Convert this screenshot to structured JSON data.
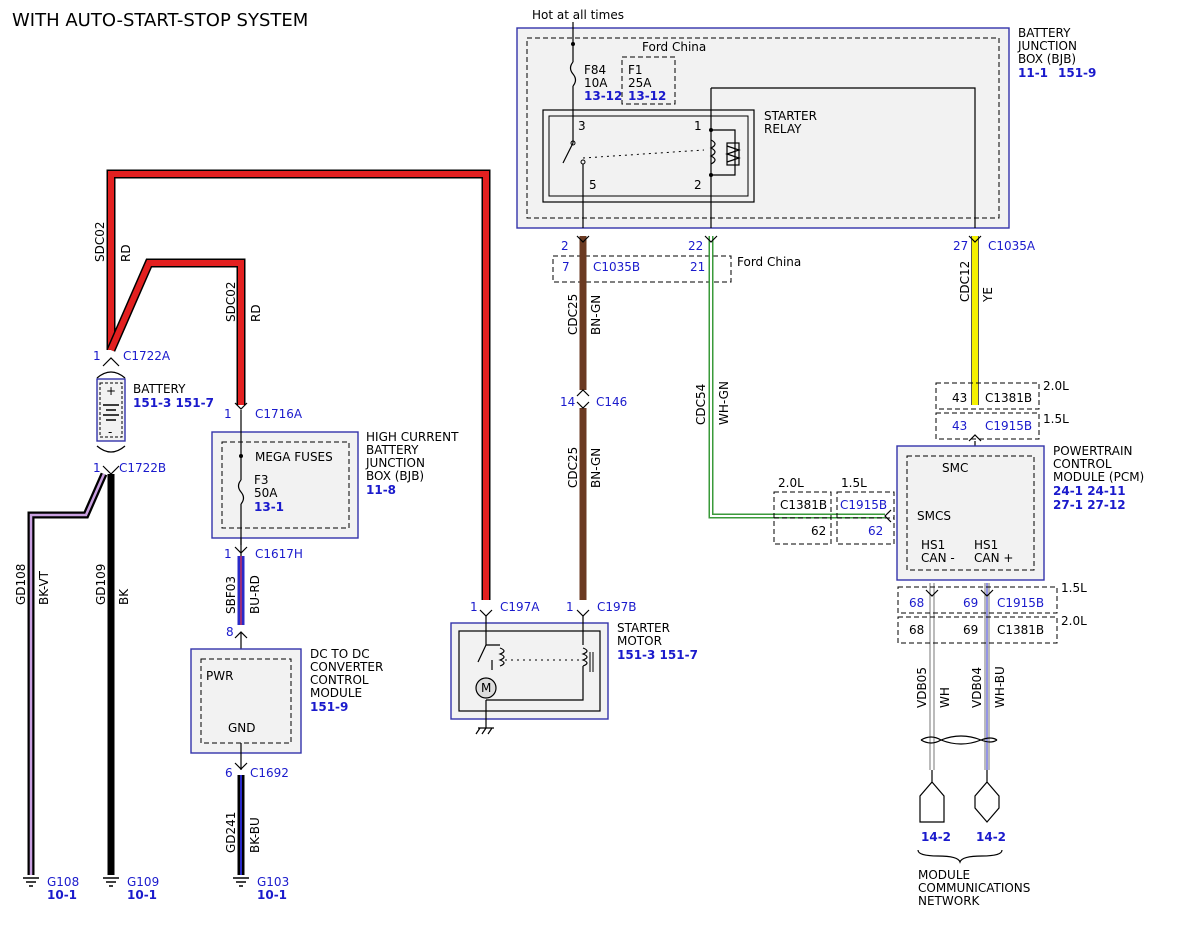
{
  "title": "WITH AUTO-START-STOP SYSTEM",
  "top": {
    "hot": "Hot at all times",
    "ford_china_top": "Ford China",
    "ford_china_mid": "Ford China"
  },
  "bjb": {
    "label_lines": [
      "BATTERY",
      "JUNCTION",
      "BOX (BJB)"
    ],
    "refs": [
      "11-1",
      "151-9"
    ],
    "fuse_f84": {
      "name": "F84",
      "rating": "10A",
      "ref": "13-12"
    },
    "fuse_f1": {
      "name": "F1",
      "rating": "25A",
      "ref": "13-12"
    },
    "relay_label": [
      "STARTER",
      "RELAY"
    ],
    "pins": {
      "p3": "3",
      "p1": "1",
      "p5": "5",
      "p2": "2"
    }
  },
  "connectors": {
    "c1035a_pin2": "2",
    "c1035a_pin22": "22",
    "c1035a_pin27": "27",
    "c1035a": "C1035A",
    "c1035b_pin7": "7",
    "c1035b": "C1035B",
    "c1035b_pin21": "21",
    "c1722a_pin": "1",
    "c1722a": "C1722A",
    "c1722b_pin": "1",
    "c1722b": "C1722B",
    "c1716a_pin": "1",
    "c1716a": "C1716A",
    "c1617h_pin": "1",
    "c1617h": "C1617H",
    "c1692_pin8": "8",
    "c1692_pin6": "6",
    "c1692": "C1692",
    "c146_pin": "14",
    "c146": "C146",
    "c197a_pin": "1",
    "c197a": "C197A",
    "c197b_pin": "1",
    "c197b": "C197B",
    "c1381b_top_pin": "43",
    "c1381b_top": "C1381B",
    "c1381b_top_var": "2.0L",
    "c1915b_top_pin": "43",
    "c1915b_top": "C1915B",
    "c1915b_top_var": "1.5L",
    "c1381b_mid": "C1381B",
    "c1381b_mid_pin": "62",
    "c1381b_mid_var": "2.0L",
    "c1915b_mid": "C1915B",
    "c1915b_mid_pin": "62",
    "c1915b_mid_var": "1.5L",
    "c1915b_bot_pin68": "68",
    "c1915b_bot_pin69": "69",
    "c1915b_bot": "C1915B",
    "c1915b_bot_var": "1.5L",
    "c1381b_bot_pin68": "68",
    "c1381b_bot_pin69": "69",
    "c1381b_bot": "C1381B",
    "c1381b_bot_var": "2.0L"
  },
  "wires": {
    "sdc02_left": {
      "circuit": "SDC02",
      "color": "RD"
    },
    "sdc02_mid": {
      "circuit": "SDC02",
      "color": "RD"
    },
    "cdc25_top": {
      "circuit": "CDC25",
      "color": "BN-GN"
    },
    "cdc25_bot": {
      "circuit": "CDC25",
      "color": "BN-GN"
    },
    "cdc54": {
      "circuit": "CDC54",
      "color": "WH-GN"
    },
    "cdc12": {
      "circuit": "CDC12",
      "color": "YE"
    },
    "gd108": {
      "circuit": "GD108",
      "color": "BK-VT"
    },
    "gd109": {
      "circuit": "GD109",
      "color": "BK"
    },
    "sbf03": {
      "circuit": "SBF03",
      "color": "BU-RD"
    },
    "gd241": {
      "circuit": "GD241",
      "color": "BK-BU"
    },
    "vdb05": {
      "circuit": "VDB05",
      "color": "WH"
    },
    "vdb04": {
      "circuit": "VDB04",
      "color": "WH-BU"
    }
  },
  "battery": {
    "label": "BATTERY",
    "refs": "151-3  151-7",
    "plus": "+",
    "minus": "-"
  },
  "hcbjb": {
    "label_lines": [
      "HIGH CURRENT",
      "BATTERY",
      "JUNCTION",
      "BOX (BJB)"
    ],
    "ref": "11-8",
    "inner": "MEGA FUSES",
    "fuse": "F3",
    "rating": "50A",
    "fuse_ref": "13-1"
  },
  "dcdc": {
    "label_lines": [
      "DC TO DC",
      "CONVERTER",
      "CONTROL",
      "MODULE"
    ],
    "ref": "151-9",
    "pwr": "PWR",
    "gnd": "GND"
  },
  "starter": {
    "label_lines": [
      "STARTER",
      "MOTOR"
    ],
    "refs": "151-3  151-7"
  },
  "pcm": {
    "label_lines": [
      "POWERTRAIN",
      "CONTROL",
      "MODULE (PCM)"
    ],
    "refs1": "24-1   24-11",
    "refs2": "27-1   27-12",
    "smc": "SMC",
    "smcs": "SMCS",
    "hs1_l": "HS1",
    "can_l": "CAN -",
    "hs1_r": "HS1",
    "can_r": "CAN +"
  },
  "grounds": {
    "g108": {
      "name": "G108",
      "ref": "10-1"
    },
    "g109": {
      "name": "G109",
      "ref": "10-1"
    },
    "g103": {
      "name": "G103",
      "ref": "10-1"
    }
  },
  "network": {
    "ref_l": "14-2",
    "ref_r": "14-2",
    "label_lines": [
      "MODULE",
      "COMMUNICATIONS",
      "NETWORK"
    ]
  },
  "colors": {
    "red": "#e32020",
    "brown": "#6b3a22",
    "yellow": "#f4f000",
    "green": "#3a9a3a",
    "violet": "#5a2a88",
    "blue": "#2a2ac8",
    "frame": "#3333aa",
    "link": "#1a1acc"
  }
}
